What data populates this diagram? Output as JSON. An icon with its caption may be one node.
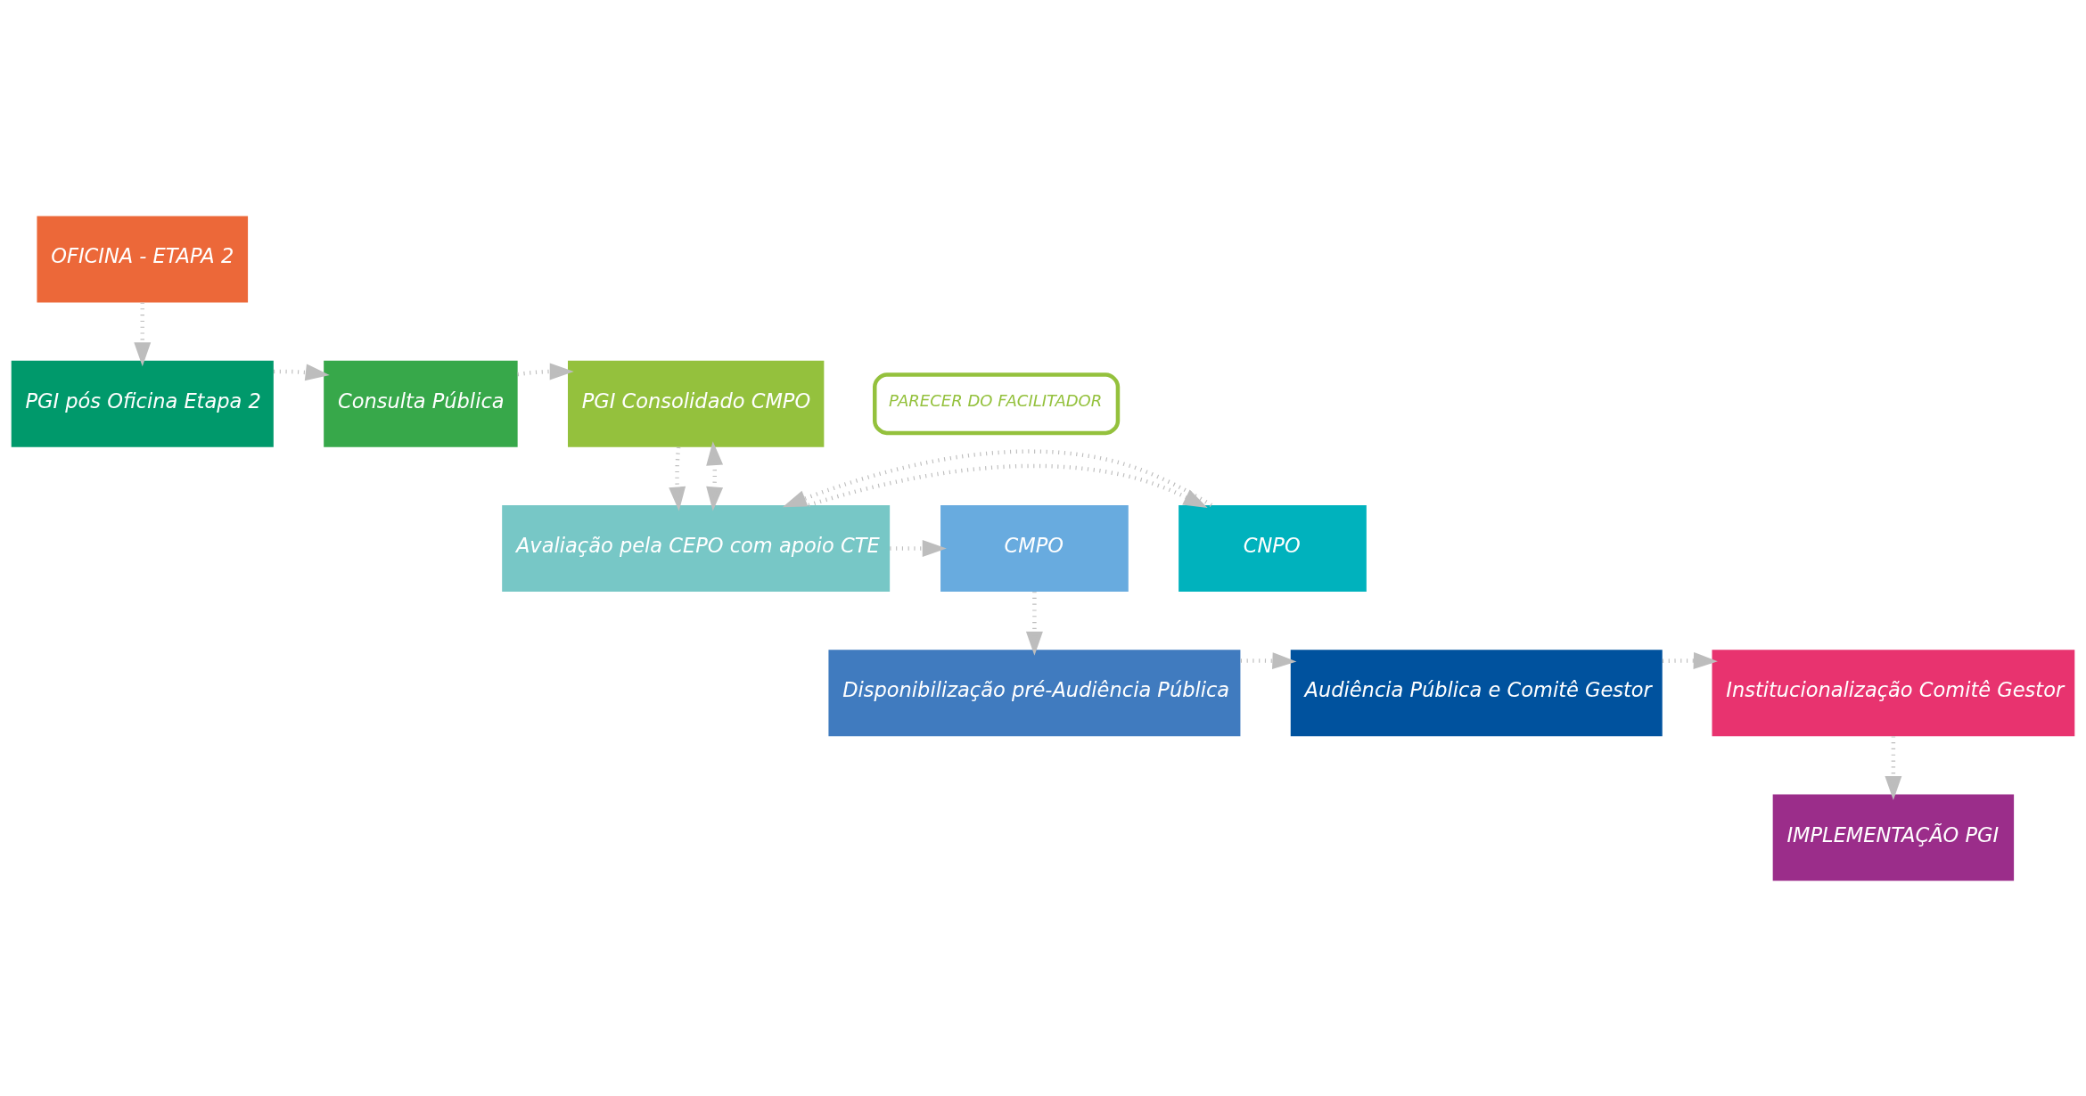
{
  "diagram": {
    "nodes": [
      {
        "text": [
          "OFICINA - ETAPA 2"
        ]
      },
      {
        "text": [
          "PGI pós Oficina Etapa 2"
        ]
      },
      {
        "text": [
          "Consulta Pública"
        ]
      },
      {
        "text": [
          "PGI Consolidado CMPO"
        ]
      },
      {
        "text": [
          "PARECER DO FACILITADOR"
        ]
      },
      {
        "text": [
          "Avaliação pela CEPO com apoio CTE"
        ]
      },
      {
        "text": [
          "CNPO"
        ]
      },
      {
        "text": [
          "CMPO"
        ]
      },
      {
        "text": [
          "Disponibilização pré-Audiência Pública"
        ]
      },
      {
        "text": [
          "Audiência Pública e Comitê Gestor"
        ]
      },
      {
        "text": [
          "Institucionalização Comitê Gestor"
        ]
      },
      {
        "text": [
          "IMPLEMENTAÇÃO PGI"
        ]
      }
    ],
    "edges": [
      {
        "from": 0,
        "to": 1,
        "arrow": "to"
      },
      {
        "from": 1,
        "to": 2,
        "arrow": "to"
      },
      {
        "from": 2,
        "to": 3,
        "arrow": "to"
      },
      {
        "from": 3,
        "to": 5,
        "arrow": "to"
      },
      {
        "from": 3,
        "to": 5,
        "arrow": "both"
      },
      {
        "from": 5,
        "to": 6,
        "arrow": "to"
      },
      {
        "from": 6,
        "to": 5,
        "arrow": "to"
      },
      {
        "from": 5,
        "to": 7,
        "arrow": "to"
      },
      {
        "from": 7,
        "to": 8,
        "arrow": "to"
      },
      {
        "from": 8,
        "to": 9,
        "arrow": "to"
      },
      {
        "from": 9,
        "to": 10,
        "arrow": "to"
      },
      {
        "from": 10,
        "to": 11,
        "arrow": "to"
      }
    ]
  }
}
